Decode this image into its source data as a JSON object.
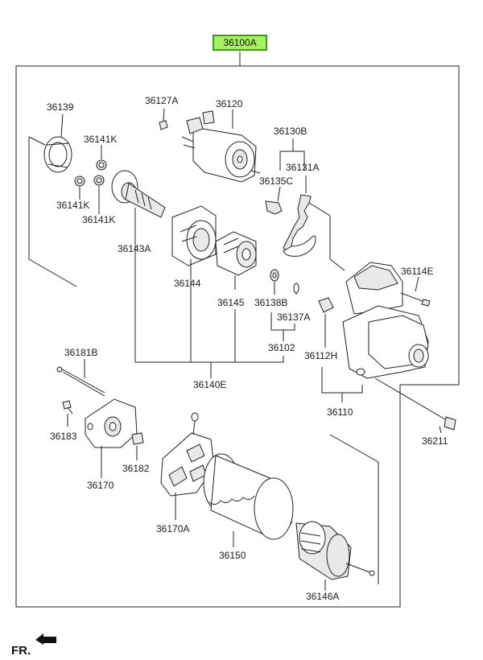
{
  "assembly": {
    "part_no": "36100A",
    "badge_color": "#a6f25c",
    "badge_border": "#3c9a1f"
  },
  "direction": {
    "label": "FR."
  },
  "labels": {
    "p36139": "36139",
    "p36127A": "36127A",
    "p36120": "36120",
    "p36130B": "36130B",
    "p36141K_a": "36141K",
    "p36131A": "36131A",
    "p36135C": "36135C",
    "p36141K_b": "36141K",
    "p36141K_c": "36141K",
    "p36143A": "36143A",
    "p36114E": "36114E",
    "p36144": "36144",
    "p36145": "36145",
    "p36138B": "36138B",
    "p36137A": "36137A",
    "p36102": "36102",
    "p36112H": "36112H",
    "p36181B": "36181B",
    "p36140E": "36140E",
    "p36110": "36110",
    "p36183": "36183",
    "p36211": "36211",
    "p36182": "36182",
    "p36170": "36170",
    "p36170A": "36170A",
    "p36150": "36150",
    "p36146A": "36146A"
  }
}
